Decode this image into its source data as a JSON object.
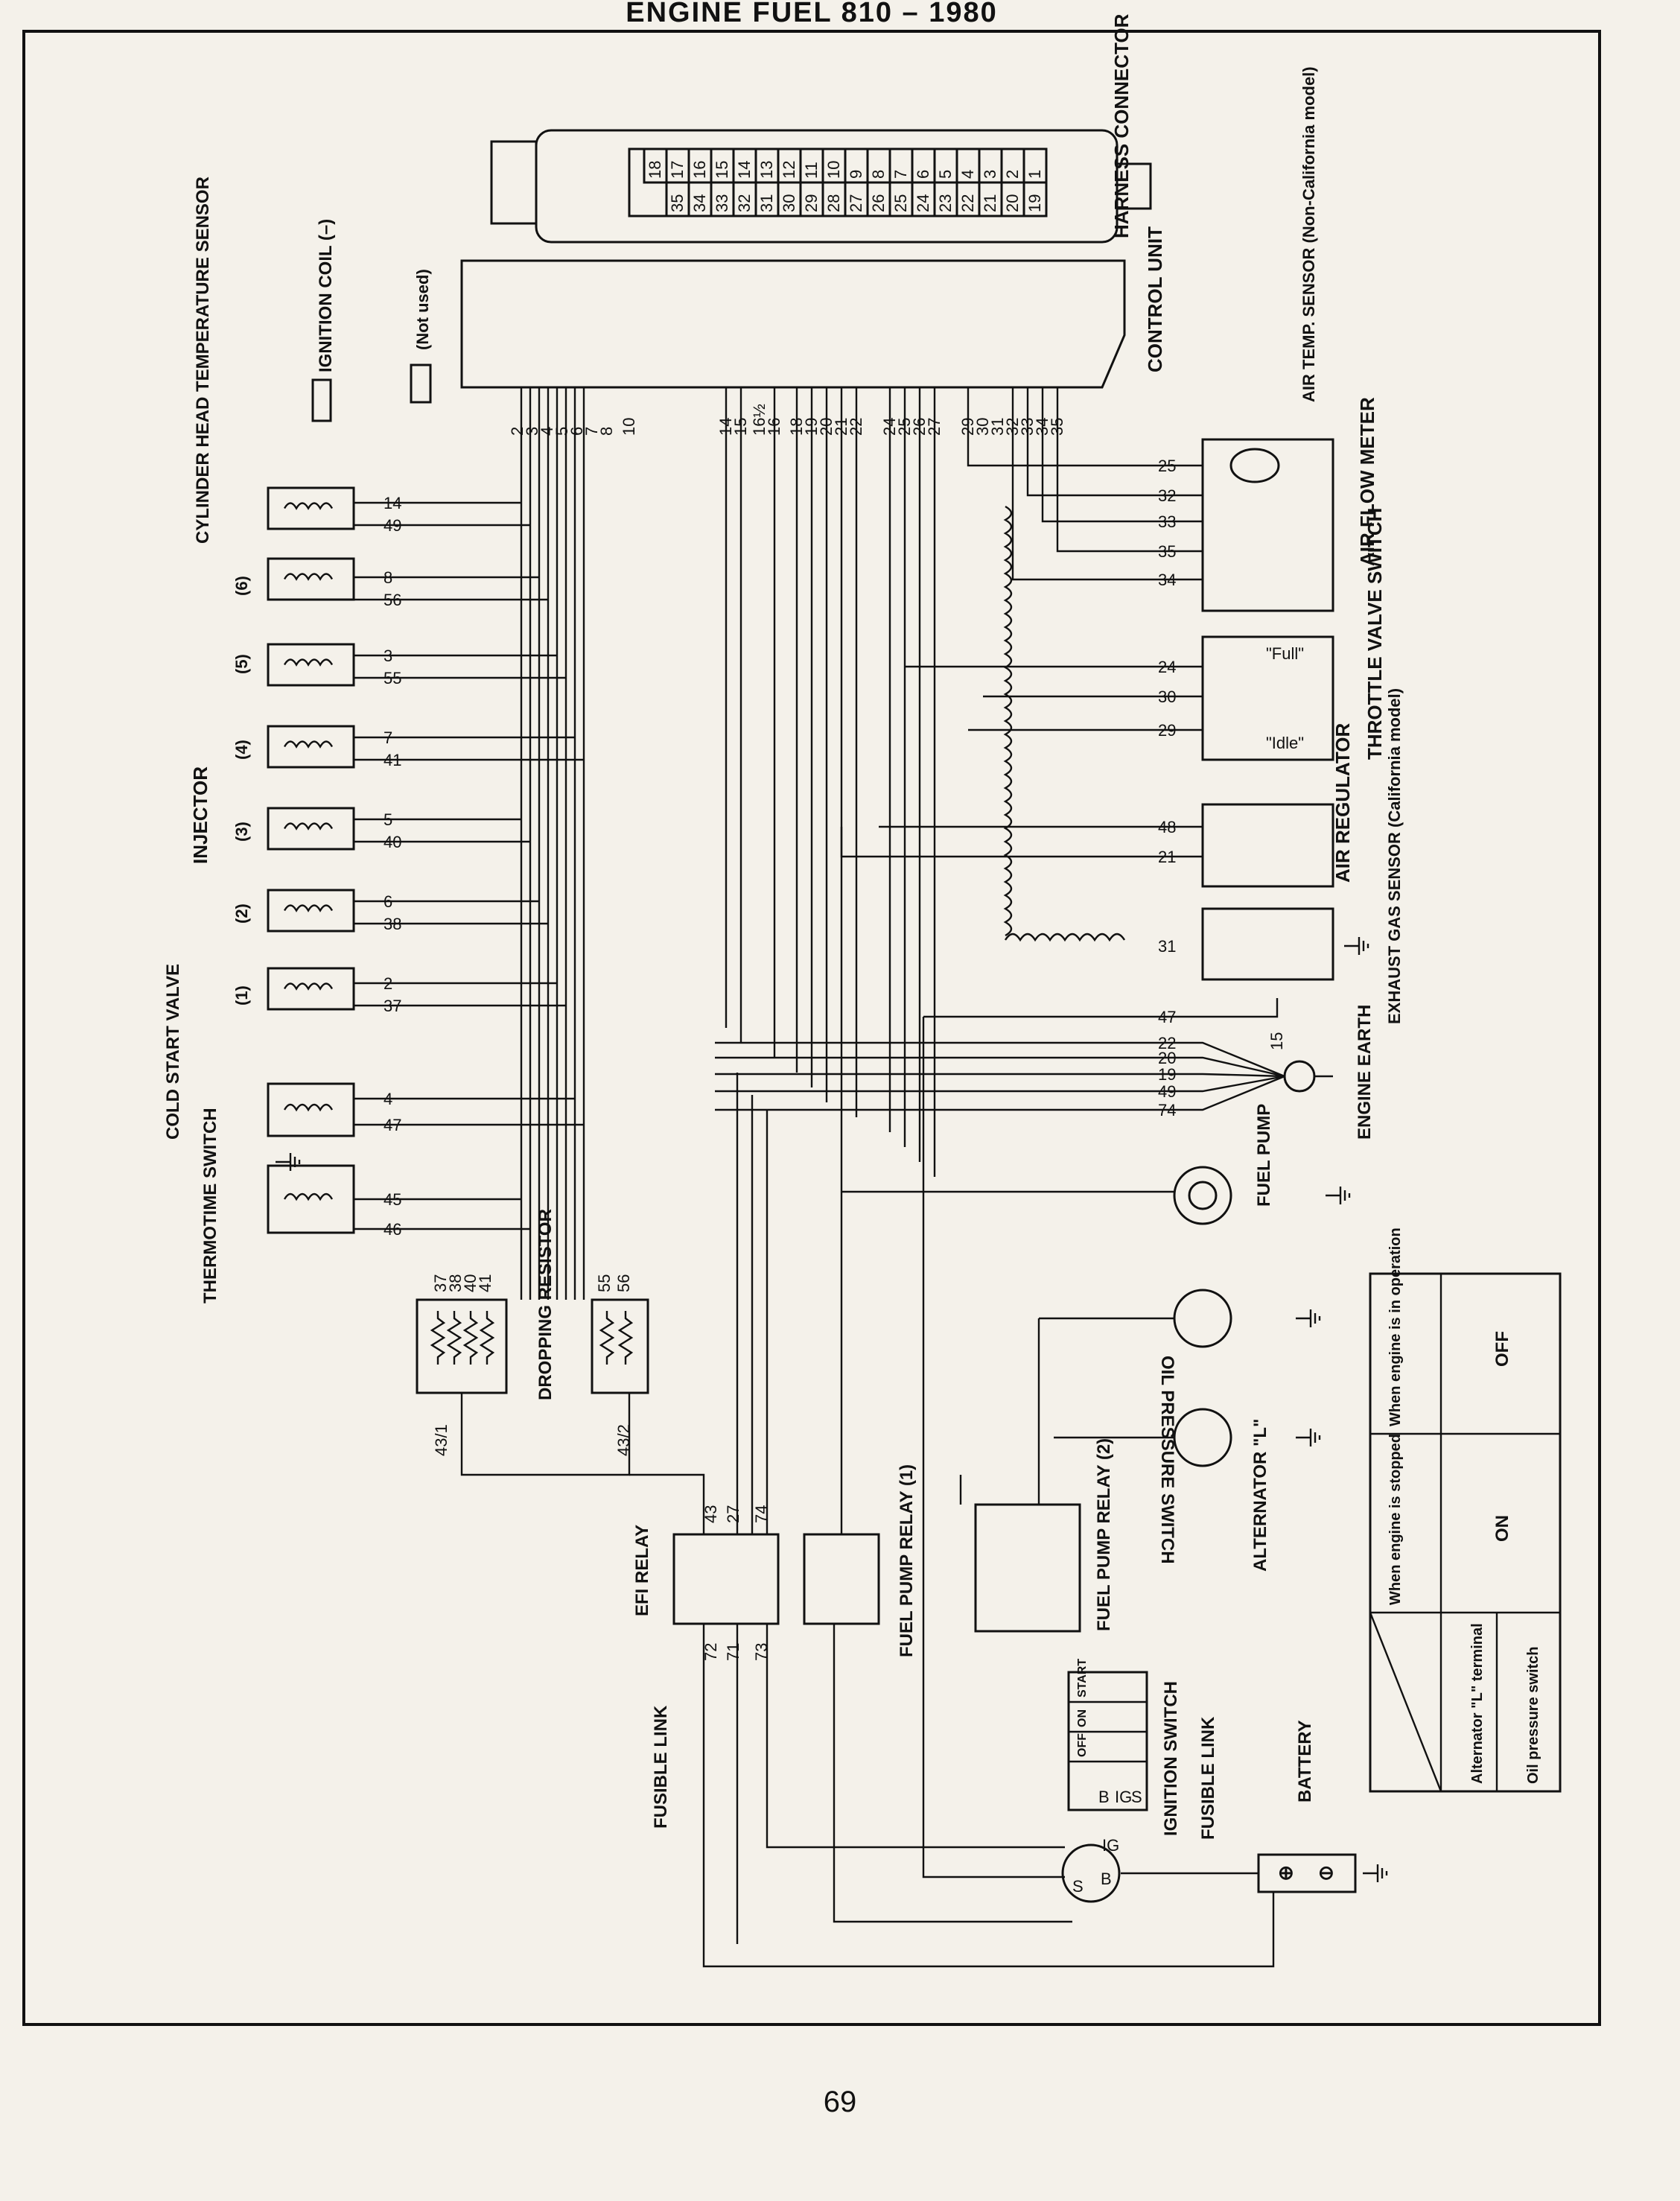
{
  "header": {
    "title": "ENGINE  FUEL  810 – 1980"
  },
  "page_number": "69",
  "labels": {
    "harness_connector": "HARNESS CONNECTOR",
    "control_unit": "CONTROL UNIT",
    "not_used": "(Not used)",
    "ignition_coil": "IGNITION COIL (–)",
    "cyl_head_temp_sensor": "CYLINDER HEAD TEMPERATURE SENSOR",
    "injector": "INJECTOR",
    "injector_numbers": [
      "(6)",
      "(5)",
      "(4)",
      "(3)",
      "(2)",
      "(1)"
    ],
    "cold_start_valve": "COLD START VALVE",
    "thermotime_switch": "THERMOTIME SWITCH",
    "dropping_resistor": "DROPPING RESISTOR",
    "efi_relay": "EFI RELAY",
    "fuel_pump_relay_1": "FUEL PUMP RELAY (1)",
    "fuel_pump_relay_2": "FUEL PUMP RELAY (2)",
    "fusible_link": "FUSIBLE LINK",
    "fusible_link_2": "FUSIBLE LINK",
    "ignition_switch": "IGNITION SWITCH",
    "battery": "BATTERY",
    "air_temp_sensor": "AIR TEMP. SENSOR (Non-California model)",
    "air_flow_meter": "AIR FLOW METER",
    "throttle_valve_switch": "THROTTLE VALVE SWITCH",
    "full": "\"Full\"",
    "idle": "\"Idle\"",
    "air_regulator": "AIR REGULATOR",
    "exhaust_gas_sensor": "EXHAUST GAS SENSOR (California model)",
    "engine_earth": "ENGINE EARTH",
    "fuel_pump": "FUEL PUMP",
    "oil_pressure_switch": "OIL PRESSURE SWITCH",
    "alternator": "ALTERNATOR \"L\""
  },
  "harness_connector": {
    "top_row": [
      "1",
      "2",
      "3",
      "4",
      "5",
      "6",
      "7",
      "8",
      "9",
      "10",
      "11",
      "12",
      "13",
      "14",
      "15",
      "16",
      "17",
      "18"
    ],
    "bottom_row": [
      "19",
      "20",
      "21",
      "22",
      "23",
      "24",
      "25",
      "26",
      "27",
      "28",
      "29",
      "30",
      "31",
      "32",
      "33",
      "34",
      "35"
    ]
  },
  "control_unit_pins": [
    "2",
    "3",
    "4",
    "5",
    "6",
    "7",
    "8",
    "10",
    "14",
    "15",
    "16½",
    "16",
    "18",
    "19",
    "20",
    "21",
    "22",
    "24",
    "25",
    "26",
    "27",
    "29",
    "30",
    "31",
    "32",
    "33",
    "34",
    "35"
  ],
  "left_wire_numbers": [
    "14",
    "49",
    "8",
    "56",
    "3",
    "55",
    "7",
    "41",
    "5",
    "40",
    "6",
    "38",
    "2",
    "37",
    "4",
    "47",
    "45",
    "46"
  ],
  "dropping_resistor_numbers": [
    "37",
    "38",
    "40",
    "41",
    "55",
    "56"
  ],
  "junction_numbers": [
    "43/1",
    "43/2"
  ],
  "relay_numbers": [
    "43",
    "27",
    "74",
    "72",
    "71",
    "73"
  ],
  "right_wire_numbers": [
    "25",
    "32",
    "33",
    "35",
    "34",
    "24",
    "30",
    "29",
    "48",
    "21",
    "31",
    "47",
    "22",
    "20",
    "19",
    "49",
    "74",
    "15"
  ],
  "ignition_switch_table": {
    "headers": [
      "OFF",
      "ON",
      "START"
    ],
    "rows": [
      "B",
      "IG",
      "S"
    ]
  },
  "ign_terminals": [
    "IG",
    "B",
    "S"
  ],
  "status_table": {
    "col_headers": [
      "When engine is stopped",
      "When engine is in operation"
    ],
    "rows": [
      {
        "label": "Alternator \"L\" terminal",
        "stopped": "ON",
        "running": "OFF"
      },
      {
        "label": "Oil pressure switch",
        "stopped": "",
        "running": ""
      }
    ]
  }
}
